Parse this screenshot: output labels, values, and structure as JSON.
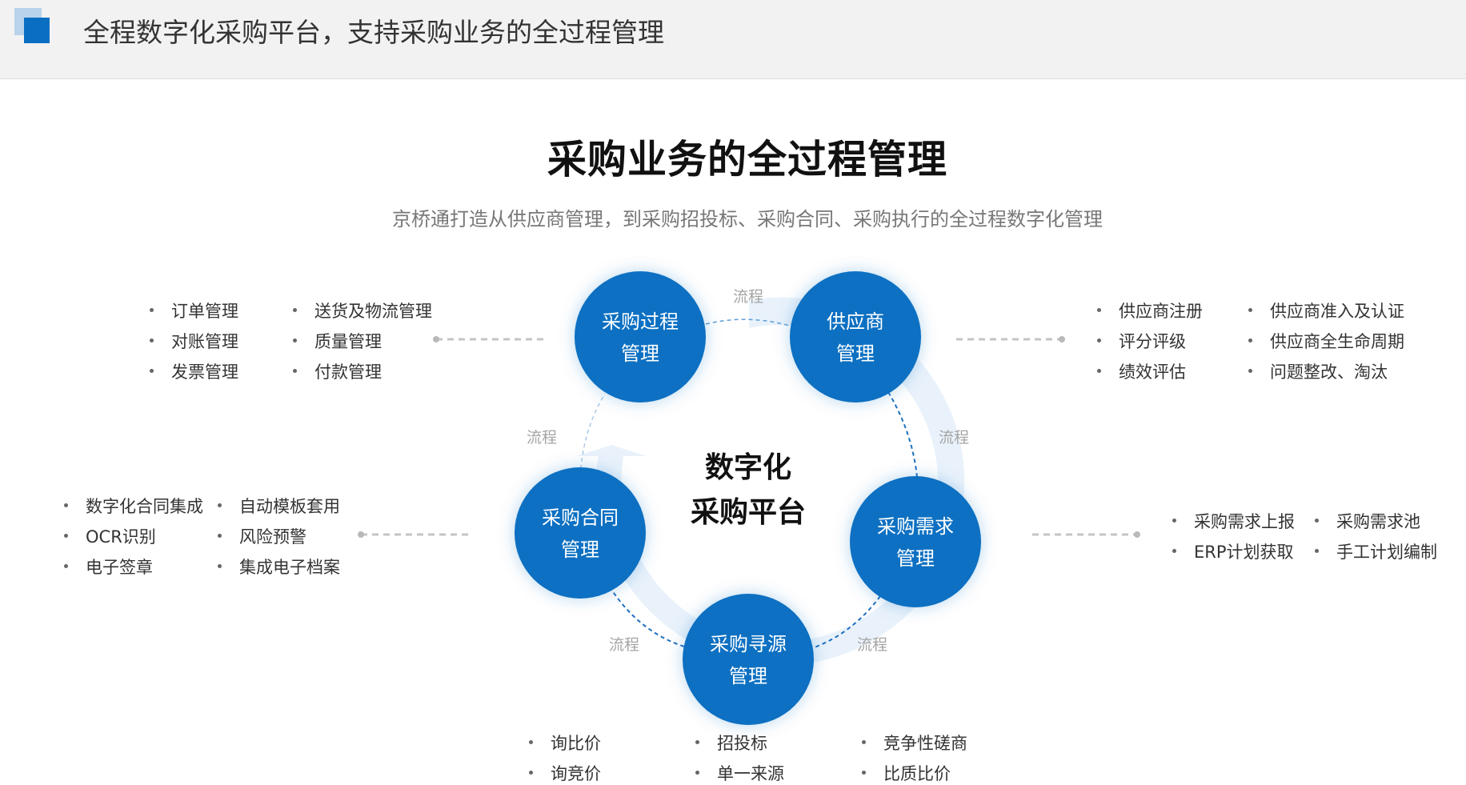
{
  "header": {
    "title": "全程数字化采购平台，支持采购业务的全过程管理"
  },
  "main_title": "采购业务的全过程管理",
  "subtitle": "京桥通打造从供应商管理，到采购招投标、采购合同、采购执行的全过程数字化管理",
  "center": {
    "line1": "数字化",
    "line2": "采购平台"
  },
  "flow_label": "流程",
  "nodes": {
    "process": {
      "line1": "采购过程",
      "line2": "管理"
    },
    "supplier": {
      "line1": "供应商",
      "line2": "管理"
    },
    "demand": {
      "line1": "采购需求",
      "line2": "管理"
    },
    "sourcing": {
      "line1": "采购寻源",
      "line2": "管理"
    },
    "contract": {
      "line1": "采购合同",
      "line2": "管理"
    }
  },
  "lists": {
    "process": [
      [
        "订单管理",
        "对账管理",
        "发票管理"
      ],
      [
        "送货及物流管理",
        "质量管理",
        "付款管理"
      ]
    ],
    "supplier": [
      [
        "供应商注册",
        "评分评级",
        "绩效评估"
      ],
      [
        "供应商准入及认证",
        "供应商全生命周期",
        "问题整改、淘汰"
      ]
    ],
    "contract": [
      [
        "数字化合同集成",
        "OCR识别",
        "电子签章"
      ],
      [
        "自动模板套用",
        "风险预警",
        "集成电子档案"
      ]
    ],
    "demand": [
      [
        "采购需求上报",
        "ERP计划获取"
      ],
      [
        "采购需求池",
        "手工计划编制"
      ]
    ],
    "sourcing": [
      [
        "询比价",
        "询竞价"
      ],
      [
        "招投标",
        "单一来源"
      ],
      [
        "竞争性磋商",
        "比质比价"
      ]
    ]
  },
  "colors": {
    "node": "#0a6fc2",
    "ring": "#e9f2fb",
    "connector": "#5b9fd8",
    "header_bg": "#f2f2f2"
  }
}
